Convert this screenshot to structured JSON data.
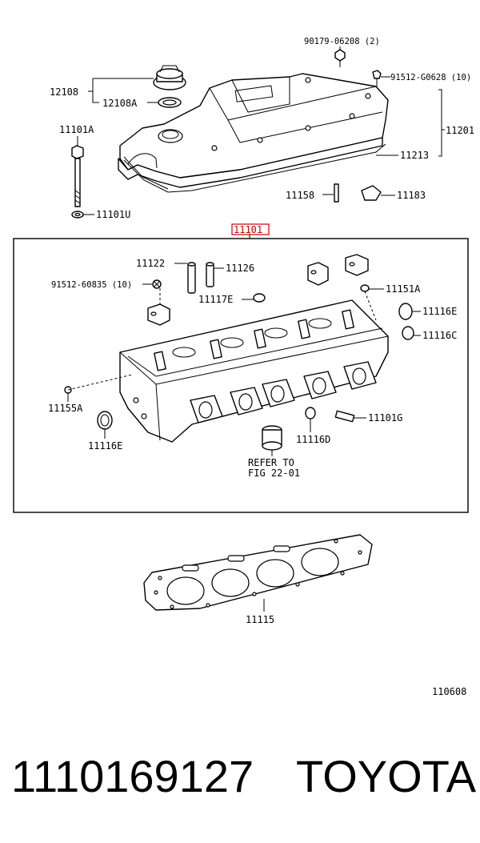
{
  "labels": {
    "l90179": "90179-06208 (2)",
    "l91512a": "91512-G0628 (10)",
    "l12108": "12108",
    "l12108a": "12108A",
    "l11201": "11201",
    "l11101a": "11101A",
    "l11213": "11213",
    "l11158": "11158",
    "l11183": "11183",
    "l11101u": "11101U",
    "l11101": "11101",
    "l11122": "11122",
    "l11126": "11126",
    "l91512b": "91512-60835 (10)",
    "l11117e": "11117E",
    "l11151a": "11151A",
    "l11116e_r": "11116E",
    "l11116c": "11116C",
    "l11155a": "11155A",
    "l11101g": "11101G",
    "l11116e_l": "11116E",
    "l11116d": "11116D",
    "refer1": "REFER TO",
    "refer2": "FIG 22-01",
    "l11115": "11115",
    "figno": "110608"
  },
  "caption": {
    "part_number": "1110169127",
    "brand": "TOYOTA"
  },
  "colors": {
    "highlight": "#cc0000",
    "line": "#000000"
  }
}
